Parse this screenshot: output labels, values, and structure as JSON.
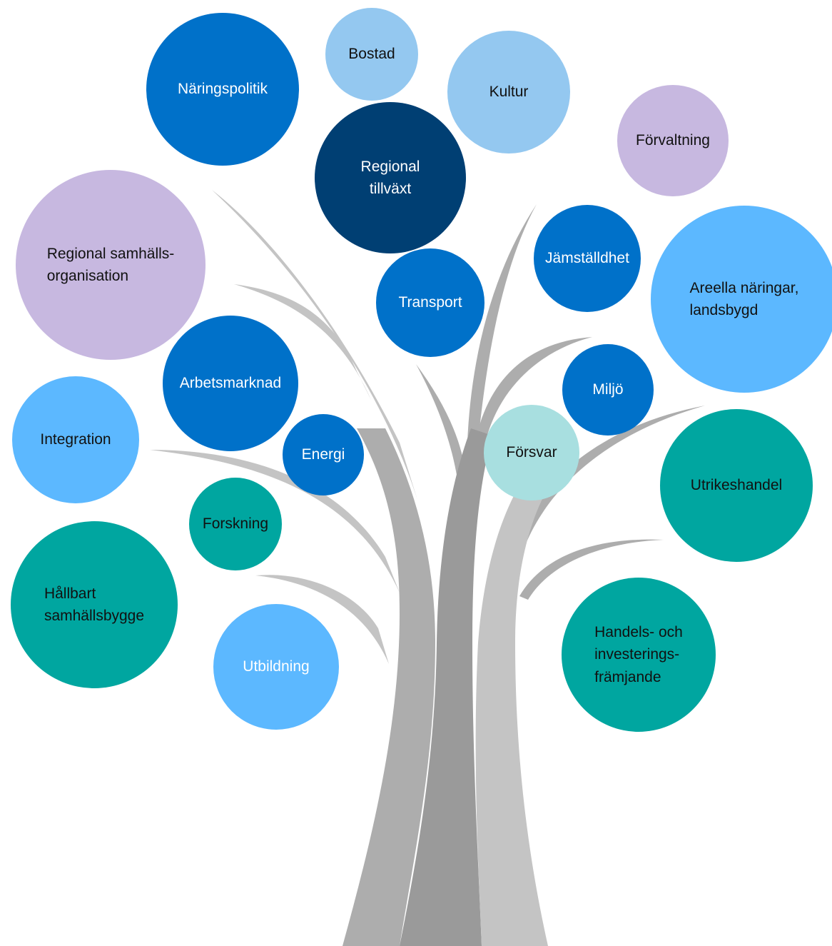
{
  "colors": {
    "trunk_light": "#c4c4c4",
    "trunk_mid": "#adadad",
    "trunk_dark": "#9a9a9a",
    "blue_dark": "#003f73",
    "blue_mid": "#0071c9",
    "blue_light": "#5cb8ff",
    "blue_pale": "#94c8f0",
    "lavender": "#c7b8e0",
    "teal": "#00a6a0",
    "teal_pale": "#a8dfe0"
  },
  "bubbles": [
    {
      "id": "naringspolitik",
      "label": "Näringspolitik",
      "color": "blue_mid",
      "text": "light"
    },
    {
      "id": "bostad",
      "label": "Bostad",
      "color": "blue_pale",
      "text": "dark"
    },
    {
      "id": "kultur",
      "label": "Kultur",
      "color": "blue_pale",
      "text": "dark"
    },
    {
      "id": "forvaltning",
      "label": "Förvaltning",
      "color": "lavender",
      "text": "dark"
    },
    {
      "id": "regional-tillvaxt",
      "label": "Regional\ntillväxt",
      "color": "blue_dark",
      "text": "light"
    },
    {
      "id": "regional-samhallsorganisation",
      "label": "Regional samhälls-\norganisation",
      "color": "lavender",
      "text": "dark"
    },
    {
      "id": "jamstalldhet",
      "label": "Jämställdhet",
      "color": "blue_mid",
      "text": "light"
    },
    {
      "id": "areella-naringar",
      "label": "Areella näringar,\nlandsbygd",
      "color": "blue_light",
      "text": "dark"
    },
    {
      "id": "transport",
      "label": "Transport",
      "color": "blue_mid",
      "text": "light"
    },
    {
      "id": "arbetsmarknad",
      "label": "Arbetsmarknad",
      "color": "blue_mid",
      "text": "light"
    },
    {
      "id": "miljo",
      "label": "Miljö",
      "color": "blue_mid",
      "text": "light"
    },
    {
      "id": "integration",
      "label": "Integration",
      "color": "blue_light",
      "text": "dark"
    },
    {
      "id": "energi",
      "label": "Energi",
      "color": "blue_mid",
      "text": "light"
    },
    {
      "id": "forsvar",
      "label": "Försvar",
      "color": "teal_pale",
      "text": "dark"
    },
    {
      "id": "utrikeshandel",
      "label": "Utrikeshandel",
      "color": "teal",
      "text": "dark"
    },
    {
      "id": "forskning",
      "label": "Forskning",
      "color": "teal",
      "text": "dark"
    },
    {
      "id": "hallbart-samhallsbygge",
      "label": "Hållbart\nsamhällsbygge",
      "color": "teal",
      "text": "dark"
    },
    {
      "id": "utbildning",
      "label": "Utbildning",
      "color": "blue_light",
      "text": "light"
    },
    {
      "id": "handels-och-investeringsframjande",
      "label": "Handels- och\ninvesterings-\nfrämjande",
      "color": "teal",
      "text": "dark"
    }
  ]
}
